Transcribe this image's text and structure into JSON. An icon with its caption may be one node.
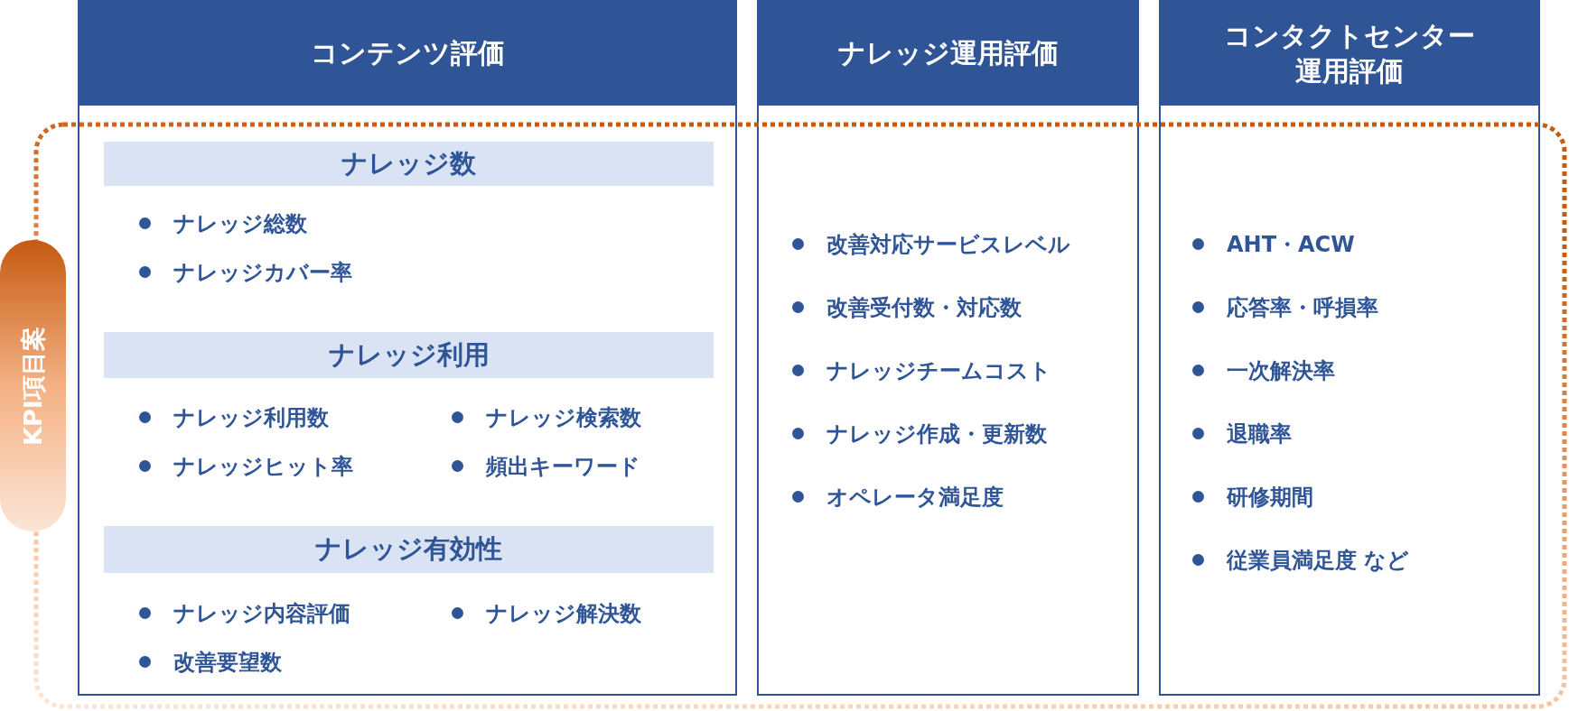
{
  "diagram": {
    "nodes": [
      {
        "text": [
          "コンテンツ評価"
        ]
      },
      {
        "text": [
          "ナレッジ運用評価",
          "改善対応サービスレベル",
          "改善受付数・対応数",
          "ナレッジチームコスト",
          "ナレッジ作成・更新数",
          "オペレータ満足度"
        ]
      },
      {
        "text": [
          "コンタクトセンター運用評価",
          "AHT・ACW",
          "応答率・呼損率",
          "一次解決率",
          "退職率",
          "研修期間",
          "従業員満足度 など"
        ]
      },
      {
        "text": [
          "ナレッジ数"
        ],
        "in": 0,
        "beside": [
          "ナレッジ総数",
          "ナレッジカバー率"
        ]
      },
      {
        "text": [
          "ナレッジ利用"
        ],
        "in": 0,
        "beside": [
          "ナレッジ利用数",
          "ナレッジ検索数",
          "ナレッジヒット率",
          "頻出キーワード"
        ]
      },
      {
        "text": [
          "ナレッジ有効性"
        ],
        "in": 0,
        "beside": [
          "ナレッジ内容評価",
          "ナレッジ解決数",
          "改善要望数"
        ]
      },
      {
        "text": [
          "KPI項目案"
        ]
      }
    ]
  }
}
